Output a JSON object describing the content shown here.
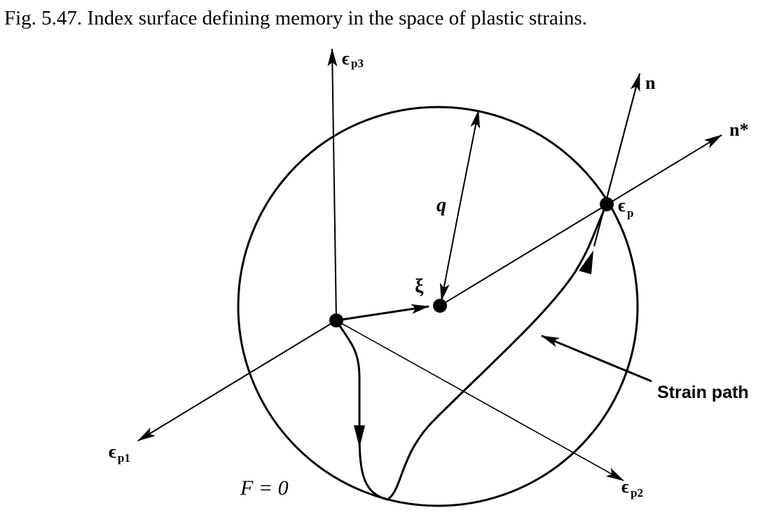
{
  "caption": "Fig. 5.47.  Index surface defining memory in the space of plastic strains.",
  "labels": {
    "axis3": {
      "symbol": "ϵ",
      "sub": "p3"
    },
    "axis1": {
      "symbol": "ϵ",
      "sub": "p1"
    },
    "axis2": {
      "symbol": "ϵ",
      "sub": "p2"
    },
    "n": "n",
    "n_star": "n*",
    "ep": {
      "symbol": "ϵ",
      "sub": "p"
    },
    "q": "q",
    "xi": "ξ",
    "strain_path": "Strain path",
    "surface": "F = 0"
  }
}
